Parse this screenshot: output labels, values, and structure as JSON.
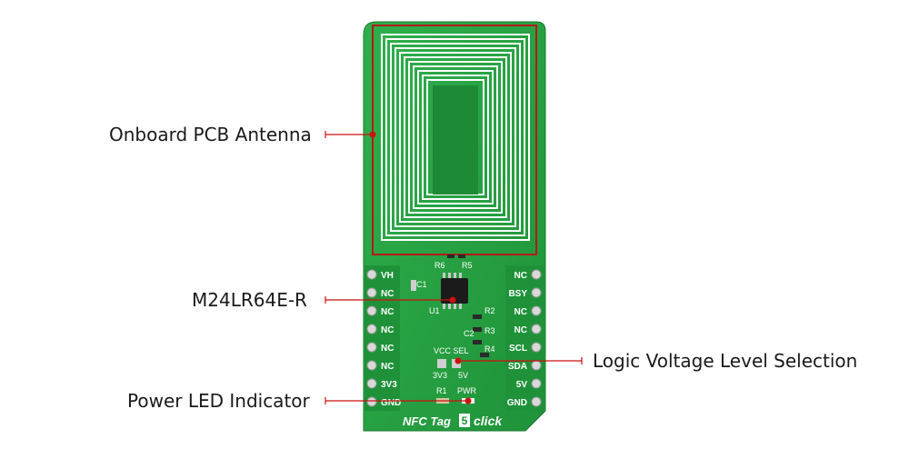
{
  "callouts": {
    "antenna": "Onboard PCB Antenna",
    "chip": "M24LR64E-R",
    "logic": "Logic Voltage Level Selection",
    "power_led": "Power LED Indicator"
  },
  "board": {
    "name_prefix": "NFC Tag",
    "name_number": "5",
    "name_suffix": "click",
    "left_pins": [
      "VH",
      "NC",
      "NC",
      "NC",
      "NC",
      "NC",
      "3V3",
      "GND"
    ],
    "right_pins": [
      "NC",
      "BSY",
      "NC",
      "NC",
      "SCL",
      "SDA",
      "5V",
      "GND"
    ],
    "silkscreen": {
      "r6": "R6",
      "r5": "R5",
      "c1": "C1",
      "u1": "U1",
      "r2": "R2",
      "r3": "R3",
      "c2": "C2",
      "r4": "R4",
      "vcc_sel": "VCC SEL",
      "v3v3": "3V3",
      "v5v": "5V",
      "r1": "R1",
      "pwr": "PWR"
    }
  },
  "colors": {
    "pcb": "#27a243",
    "pcb_dark": "#1d8a36",
    "antenna_trace": "#ffffff",
    "callout_line": "#cc1111",
    "label_text": "#1a1a1a"
  }
}
